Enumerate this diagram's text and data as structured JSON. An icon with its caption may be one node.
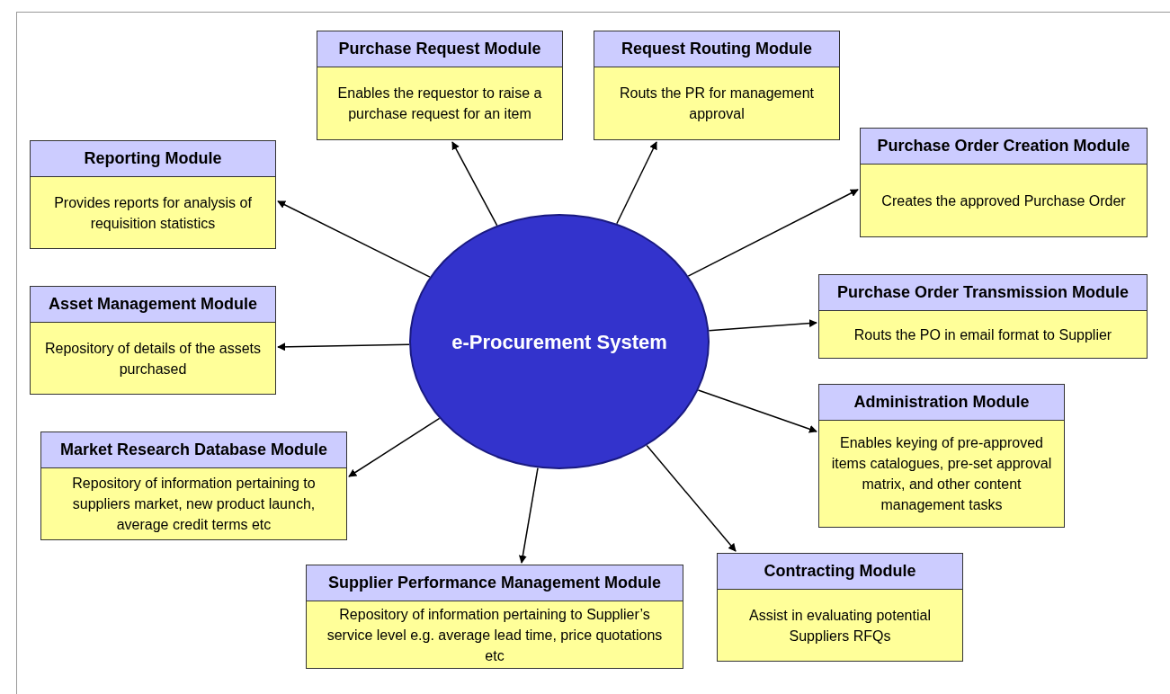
{
  "diagram": {
    "nodes": [
      {
        "text": [
          "Purchase Request Module",
          "Enables the requestor to raise a purchase request for an item"
        ]
      },
      {
        "text": [
          "Request Routing Module",
          "Routs the PR for management approval"
        ]
      },
      {
        "text": [
          "Reporting Module",
          "Provides reports for analysis of requisition statistics"
        ]
      },
      {
        "text": [
          "Purchase Order Creation Module",
          "Creates the approved Purchase Order"
        ]
      },
      {
        "text": [
          "Asset Management Module",
          "Repository of details of the assets purchased"
        ]
      },
      {
        "text": [
          "Purchase Order Transmission Module",
          "Routs the PO in email format to Supplier"
        ]
      },
      {
        "text": [
          "e-Procurement System"
        ]
      },
      {
        "text": [
          "Administration Module",
          "Enables keying of pre-approved items catalogues, pre-set approval matrix, and other content management tasks"
        ]
      },
      {
        "text": [
          "Market Research Database Module",
          "Repository of information pertaining to suppliers market, new product launch, average credit terms etc"
        ]
      },
      {
        "text": [
          "Contracting Module",
          "Assist in evaluating potential Suppliers RFQs"
        ]
      },
      {
        "text": [
          "Supplier Performance Management Module",
          "Repository of information pertaining to Supplier’s service level e.g. average lead time, price quotations etc"
        ]
      }
    ],
    "edges": [
      {
        "from": 6,
        "to": 0,
        "arrow": "to"
      },
      {
        "from": 6,
        "to": 1,
        "arrow": "to"
      },
      {
        "from": 6,
        "to": 2,
        "arrow": "to"
      },
      {
        "from": 6,
        "to": 3,
        "arrow": "to"
      },
      {
        "from": 6,
        "to": 4,
        "arrow": "to"
      },
      {
        "from": 6,
        "to": 5,
        "arrow": "to"
      },
      {
        "from": 6,
        "to": 7,
        "arrow": "to"
      },
      {
        "from": 6,
        "to": 8,
        "arrow": "to"
      },
      {
        "from": 6,
        "to": 9,
        "arrow": "to"
      },
      {
        "from": 6,
        "to": 10,
        "arrow": "to"
      }
    ]
  }
}
